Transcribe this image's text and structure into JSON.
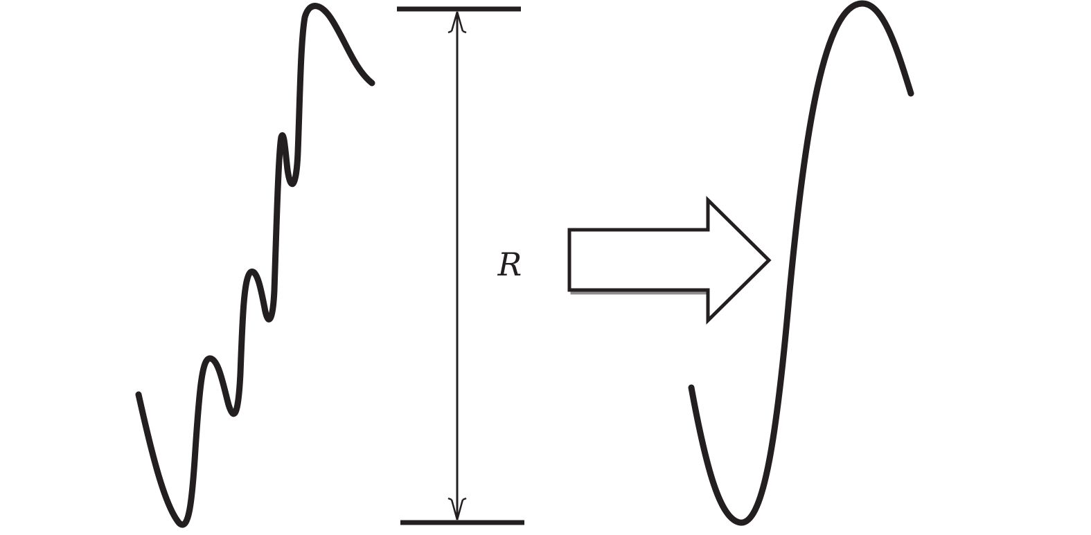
{
  "diagram": {
    "range_label": "R",
    "colors": {
      "stroke": "#231f20",
      "arrow_shadow": "#8c8c8c",
      "background": "#ffffff"
    },
    "elements": {
      "left": "noisy-wave-curve",
      "middle": "range-dimension-line",
      "arrow": "block-right-arrow",
      "right": "smooth-wave-curve"
    }
  }
}
